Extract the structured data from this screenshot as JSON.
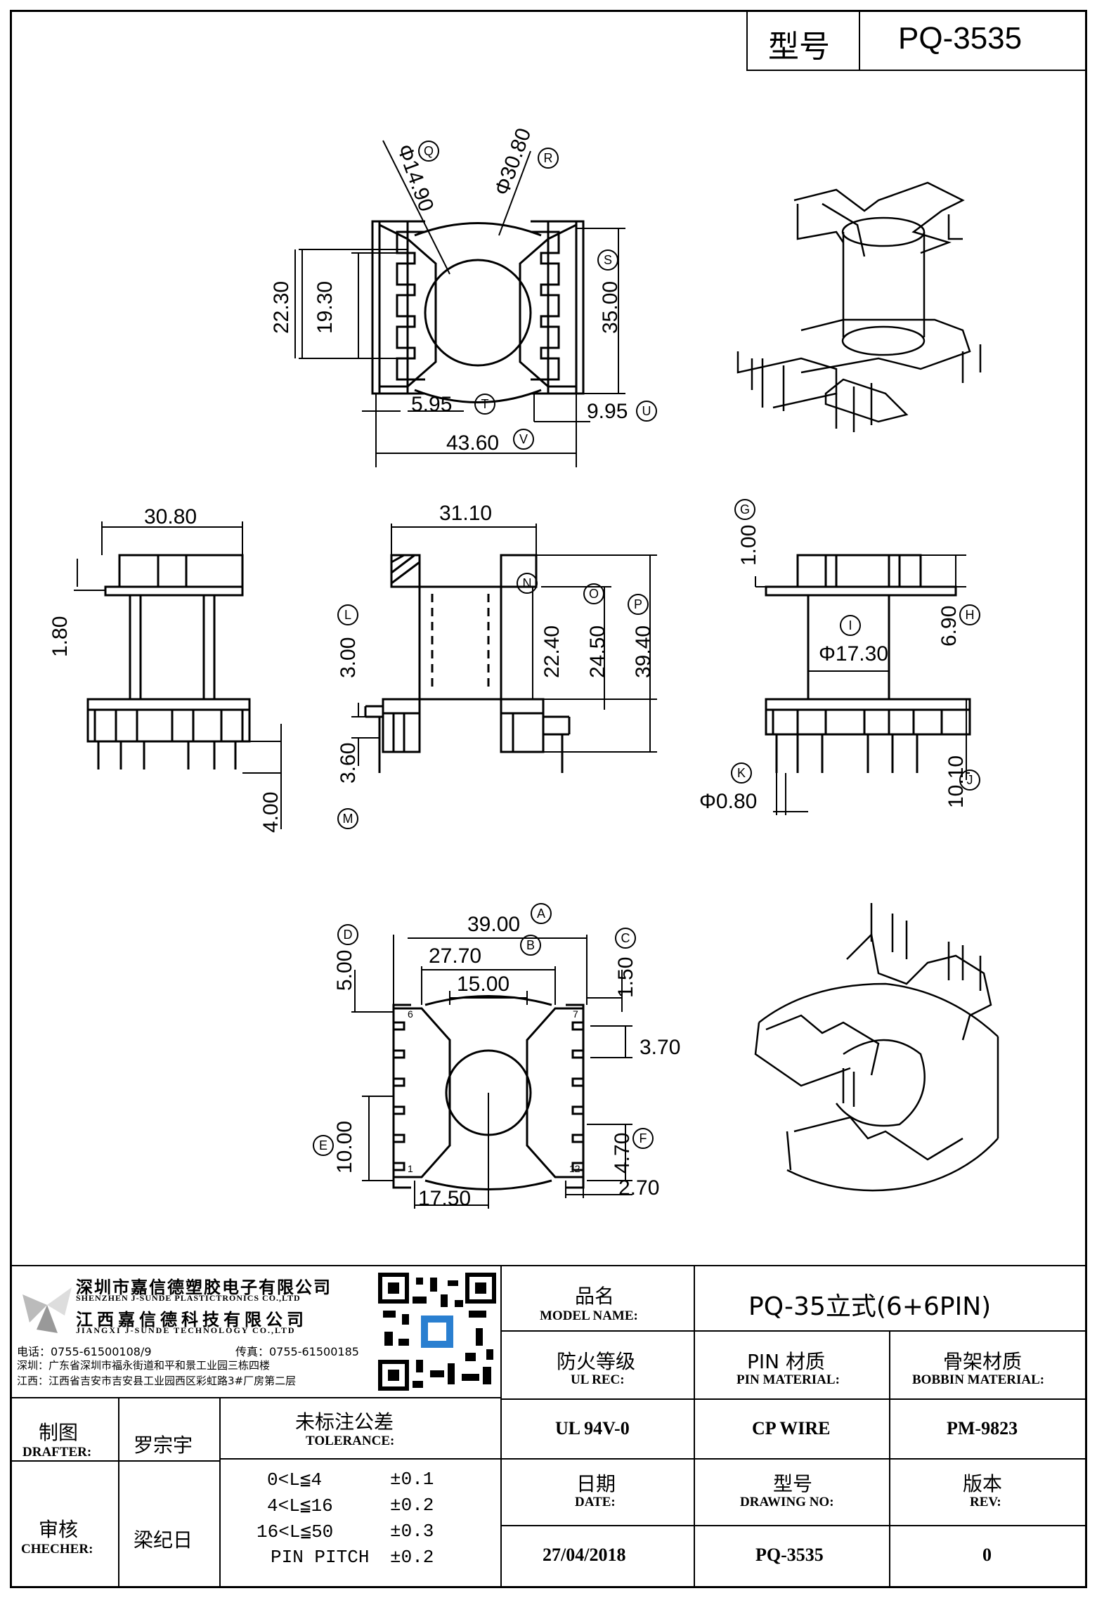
{
  "title_box": {
    "label": "型号",
    "value": "PQ-3535"
  },
  "drawing": {
    "top_view": [
      "Φ14.90",
      "Φ30.80",
      "22.30",
      "19.30",
      "35.00",
      "5.95",
      "9.95",
      "43.60"
    ],
    "front_view": [
      "30.80",
      "1.80",
      "4.00"
    ],
    "side_view": [
      "31.10",
      "3.00",
      "22.40",
      "24.50",
      "39.40",
      "3.60"
    ],
    "right_view": [
      "1.00",
      "Φ17.30",
      "6.90",
      "Φ0.80",
      "10.10"
    ],
    "bottom_view": [
      "39.00",
      "27.70",
      "15.00",
      "5.00",
      "1.50",
      "3.70",
      "10.00",
      "4.70",
      "17.50",
      "2.70"
    ],
    "circle_letters": [
      "A",
      "B",
      "C",
      "D",
      "E",
      "F",
      "G",
      "H",
      "I",
      "J",
      "K",
      "L",
      "M",
      "N",
      "O",
      "P",
      "Q",
      "R",
      "S",
      "T",
      "U",
      "V"
    ],
    "pin_numbers": [
      "6",
      "7",
      "1",
      "12"
    ]
  },
  "company": {
    "name_sz": "深圳市嘉信德塑胶电子有限公司",
    "name_sz_en": "SHENZHEN J-SUNDE PLASTICTRONICS CO.,LTD",
    "name_jx": "江西嘉信德科技有限公司",
    "name_jx_en": "JIANGXI J-SUNDE TECHNOLOGY CO.,LTD",
    "phone": "电话：0755-61500108/9",
    "fax": "传真：0755-61500185",
    "addr_sz": "深圳：广东省深圳市福永街道和平和景工业园三栋四楼",
    "addr_jx": "江西：江西省吉安市吉安县工业园西区彩虹路3#厂房第二层"
  },
  "title_block": {
    "model_name_label": "品名",
    "model_name_label_en": "MODEL NAME:",
    "model_name": "PQ-35立式(6+6PIN)",
    "ul_label": "防火等级",
    "ul_label_en": "UL REC:",
    "ul_value": "UL 94V-0",
    "pin_label": "PIN 材质",
    "pin_label_en": "PIN MATERIAL:",
    "pin_value": "CP WIRE",
    "bobbin_label": "骨架材质",
    "bobbin_label_en": "BOBBIN MATERIAL:",
    "bobbin_value": "PM-9823",
    "drafter_label": "制图",
    "drafter_label_en": "DRAFTER:",
    "drafter": "罗宗宇",
    "checker_label": "审核",
    "checker_label_en": "CHECHER:",
    "checker": "梁纪日",
    "tol_label": "未标注公差",
    "tol_label_en": "TOLERANCE:",
    "tolerances": [
      {
        "range": "0<L≦4",
        "value": "±0.1"
      },
      {
        "range": "4<L≦16",
        "value": "±0.2"
      },
      {
        "range": "16<L≦50",
        "value": "±0.3"
      },
      {
        "range": "PIN PITCH",
        "value": "±0.2"
      }
    ],
    "date_label": "日期",
    "date_label_en": "DATE:",
    "date": "27/04/2018",
    "dwg_label": "型号",
    "dwg_label_en": "DRAWING NO:",
    "dwg": "PQ-3535",
    "rev_label": "版本",
    "rev_label_en": "REV:",
    "rev": "0"
  }
}
